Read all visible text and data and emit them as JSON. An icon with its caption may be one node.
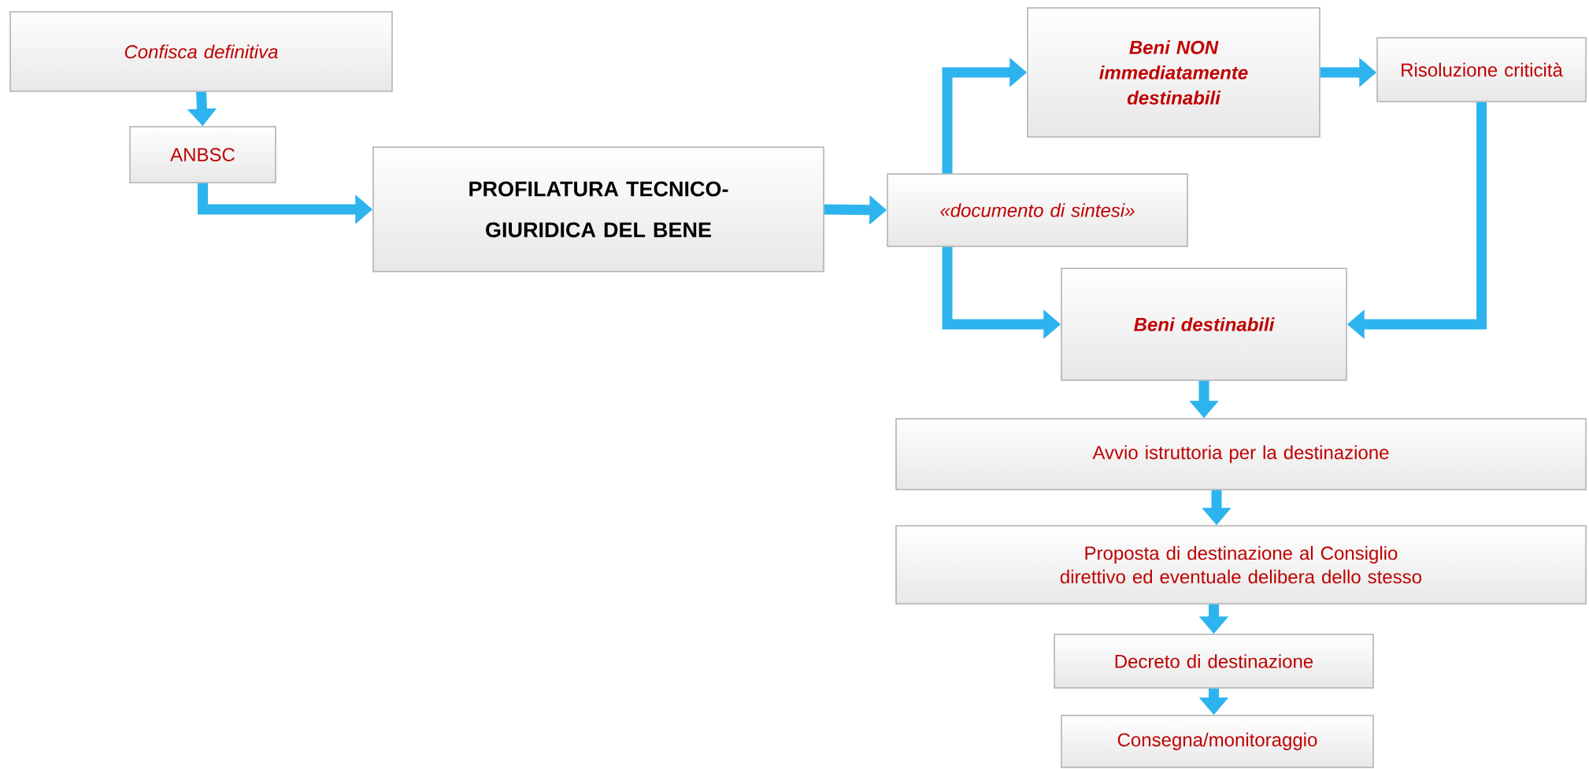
{
  "diagram": {
    "nodes": [
      {
        "text": [
          "Confisca definitiva"
        ]
      },
      {
        "text": [
          "ANBSC"
        ]
      },
      {
        "text": [
          "PROFILATURA TECNICO-GIURIDICA DEL BENE"
        ]
      },
      {
        "text": [
          "«documento di sintesi»"
        ]
      },
      {
        "text": [
          "Beni NON immediatamente destinabili"
        ]
      },
      {
        "text": [
          "Risoluzione criticità"
        ]
      },
      {
        "text": [
          "Beni destinabili"
        ]
      },
      {
        "text": [
          "Avvio istruttoria per la destinazione"
        ]
      },
      {
        "text": [
          "Proposta di destinazione al Consiglio direttivo ed eventuale delibera dello stesso"
        ]
      },
      {
        "text": [
          "Decreto di destinazione"
        ]
      },
      {
        "text": [
          "Consegna/monitoraggio"
        ]
      }
    ],
    "edges": [
      {
        "from": 0,
        "to": 1,
        "arrow": "to"
      },
      {
        "from": 1,
        "to": 2,
        "arrow": "to"
      },
      {
        "from": 2,
        "to": 3,
        "arrow": "to"
      },
      {
        "from": 3,
        "to": 4,
        "arrow": "to"
      },
      {
        "from": 3,
        "to": 6,
        "arrow": "to"
      },
      {
        "from": 4,
        "to": 5,
        "arrow": "to"
      },
      {
        "from": 5,
        "to": 6,
        "arrow": "to"
      },
      {
        "from": 6,
        "to": 7,
        "arrow": "to"
      },
      {
        "from": 7,
        "to": 8,
        "arrow": "to"
      },
      {
        "from": 8,
        "to": 9,
        "arrow": "to"
      },
      {
        "from": 9,
        "to": 10,
        "arrow": "to"
      }
    ]
  }
}
